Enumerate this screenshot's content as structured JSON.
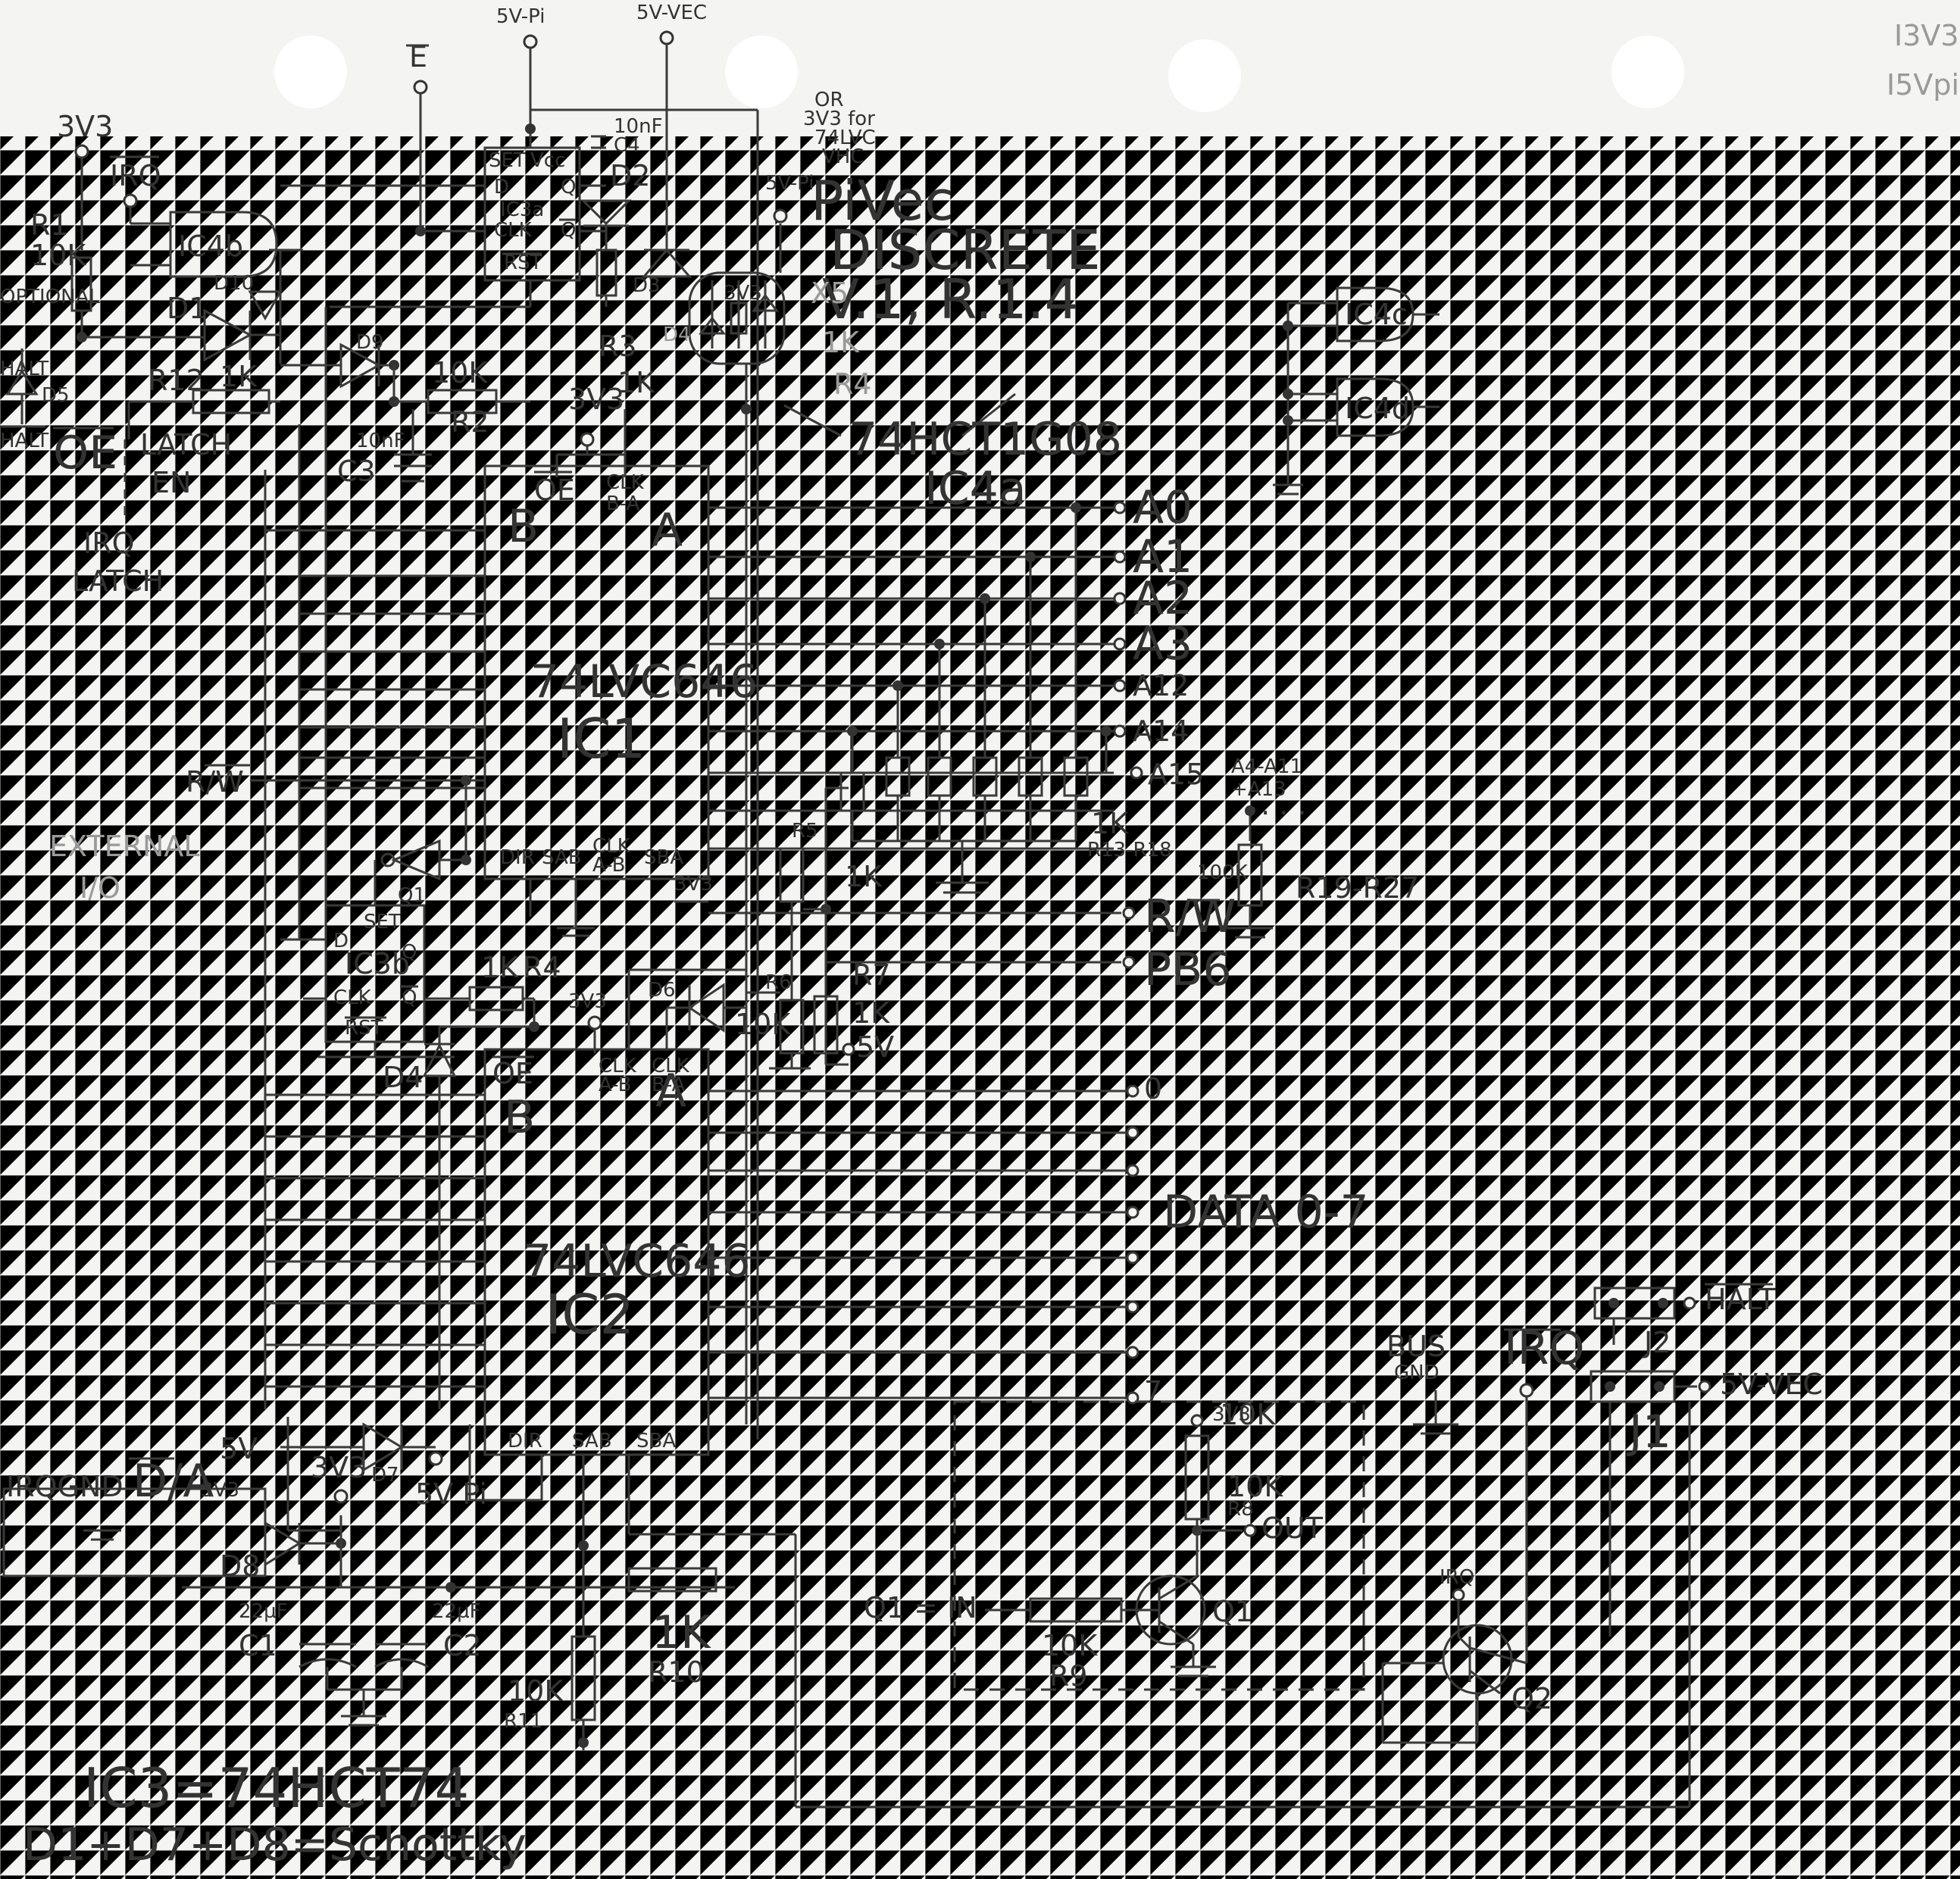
{
  "title": [
    "PiVec",
    "DISCRETE",
    "V.1, R.1.4"
  ],
  "corner_notes": [
    "I3V3",
    "I5Vpi"
  ],
  "power_pins": [
    "5V-Pi",
    "5V-VEC",
    "E",
    "3V3"
  ],
  "notes": {
    "or_3v3": [
      "OR",
      "3V3 for",
      "74LVC",
      "VHC"
    ],
    "ic3_def": "IC3=74HCT74",
    "schottky": "D1+D7+D8=Schottky",
    "ic4a_part": "74HCT1G08",
    "ic4a": "IC4a",
    "optional": "OPTIONAL",
    "oe": "OE",
    "latch_en": [
      "LATCH",
      "EN"
    ],
    "irq_latch": [
      "IRQ",
      "LATCH"
    ],
    "halt": "HALT",
    "external_io": [
      "EXTERNAL",
      "I/O"
    ]
  },
  "ics": {
    "ic1": {
      "part": "74LVC646",
      "name": "IC1",
      "pins_top": [
        "OE",
        "CLK",
        "B-A"
      ],
      "side_b": "B",
      "side_a": "A",
      "pins_bottom": [
        "DIR",
        "SAB",
        "CLK",
        "A-B",
        "SBA"
      ]
    },
    "ic2": {
      "part": "74LVC646",
      "name": "IC2",
      "pins_top": [
        "OE",
        "CLK",
        "A-B",
        "CLK",
        "B-A"
      ],
      "side_b": "B",
      "side_a": "A",
      "pins_bottom": [
        "DIR",
        "SAB",
        "SBA"
      ]
    },
    "ic3a": {
      "name": "IC3a",
      "pins": [
        "SET",
        "Vcc",
        "D",
        "Q",
        "CLK",
        "Q",
        "RST"
      ]
    },
    "ic3b": {
      "name": "IC3b",
      "pins": [
        "SET",
        "D",
        "Q",
        "CLK",
        "Q",
        "RST"
      ]
    },
    "ic4b": "IC4b",
    "ic4c": "IC4c",
    "ic4d": "IC4d"
  },
  "address_lines": [
    "A0",
    "A1",
    "A2",
    "A3",
    "A12",
    "A14",
    "A15"
  ],
  "address_note": [
    "A4-A11",
    "+A13"
  ],
  "data_lines": [
    "0",
    "7"
  ],
  "data_label": "DATA 0-7",
  "signals": [
    "R/W",
    "R/W",
    "PB6",
    "IRQ",
    "IRQ",
    "IRQ",
    "HALT",
    "5V-VEC",
    "OUT",
    "IRQGND",
    "D/A",
    "5V",
    "3V3",
    "5V Pi",
    "5V"
  ],
  "components": {
    "r1": [
      "R1",
      "10K"
    ],
    "r2": [
      "10K",
      "R2"
    ],
    "r3": [
      "R3",
      "1K"
    ],
    "r4": [
      "1K",
      "R4"
    ],
    "r5": [
      "R5",
      "1K"
    ],
    "r6": [
      "R6",
      "10K"
    ],
    "r7": [
      "R7",
      "1K"
    ],
    "r8": [
      "10K",
      "R8"
    ],
    "r9": [
      "10K",
      "R9"
    ],
    "r10": [
      "1K",
      "R10"
    ],
    "r11": [
      "10K",
      "R11"
    ],
    "r12": [
      "R12",
      "1K"
    ],
    "r13_18": [
      "1K",
      "R13-R18"
    ],
    "r19_27": [
      "100K",
      "R19-R27"
    ],
    "c1": [
      "22µF",
      "C1"
    ],
    "c2": [
      "22µF",
      "C2"
    ],
    "c3": [
      "10nF",
      "C3"
    ],
    "c4": [
      "10nF",
      "C4"
    ],
    "diodes": [
      "D1",
      "D2",
      "D3",
      "D4",
      "D5",
      "D6",
      "D7",
      "D8",
      "D9",
      "D10"
    ],
    "q1": "Q1",
    "q1_in": "Q1 = IN",
    "q2": "Q2",
    "j1": "J1",
    "j2": "J2",
    "bus_gnd": [
      "BUS",
      "GND"
    ],
    "struck": [
      "X5",
      "1K",
      "R4"
    ]
  }
}
